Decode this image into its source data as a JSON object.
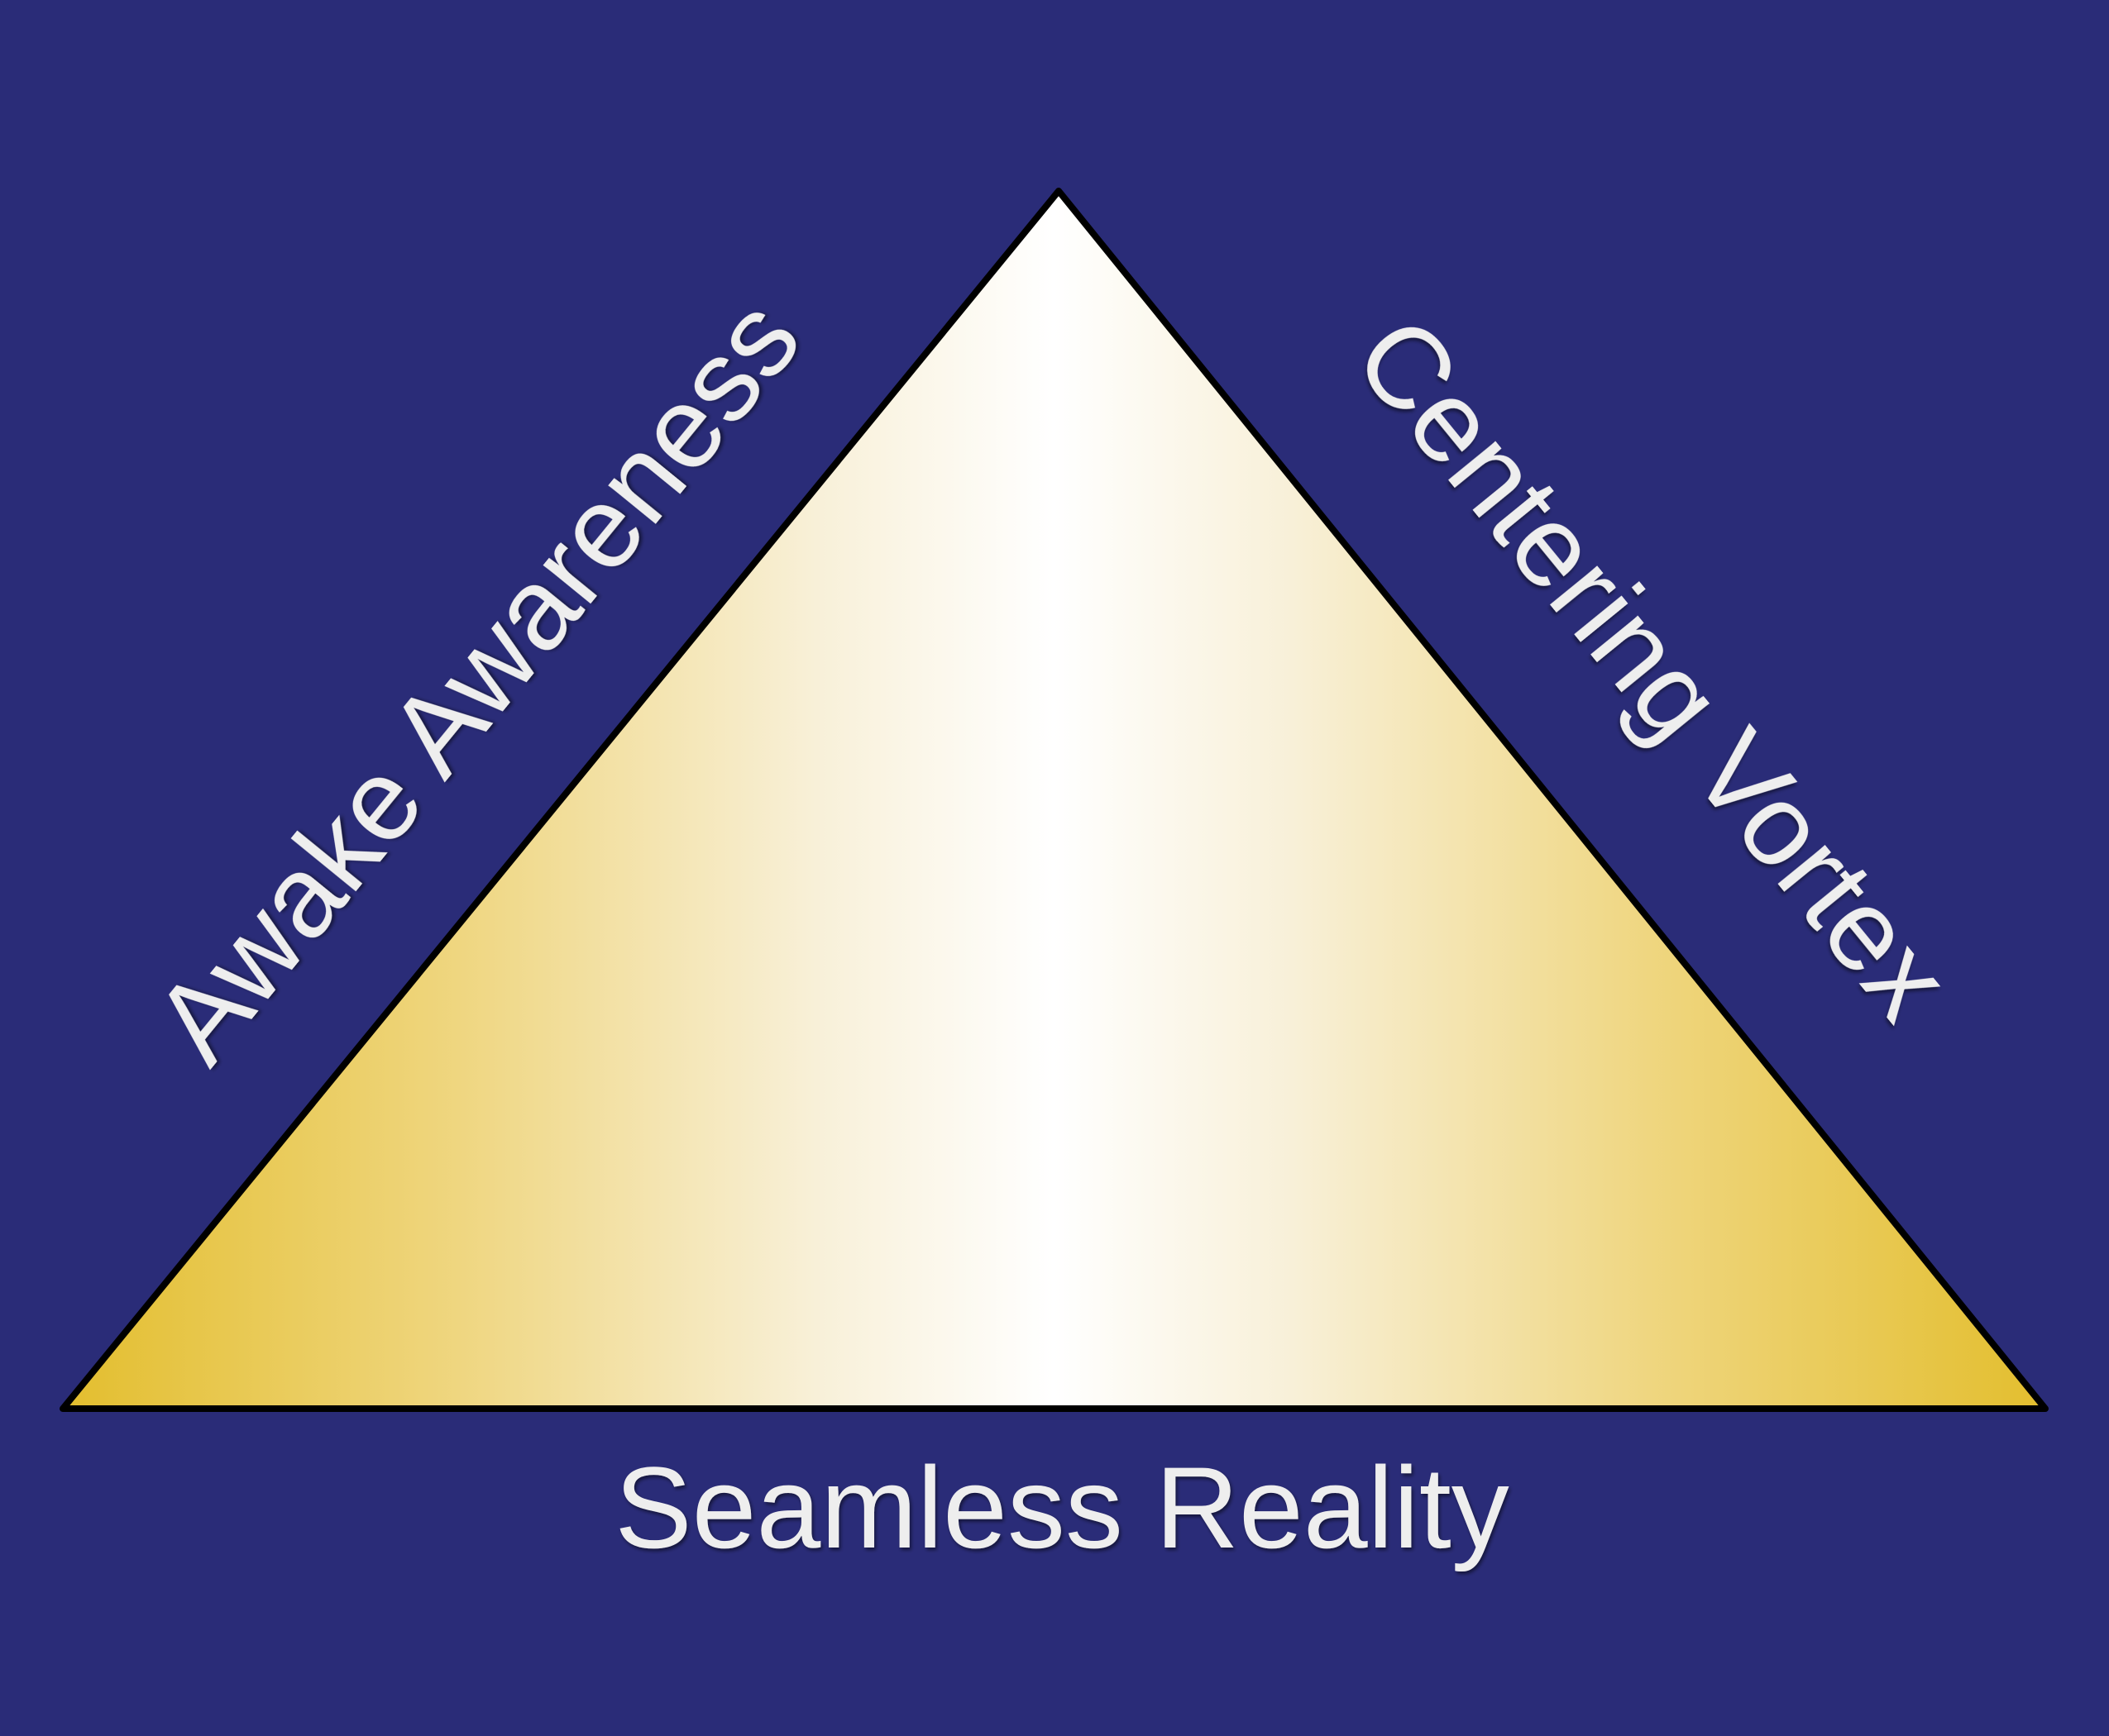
{
  "colors": {
    "background": "#2a2c78",
    "gold": "#e3be2e",
    "center": "#ffffff",
    "outline": "#000000",
    "text": "#eeeeee"
  },
  "labels": {
    "left": "Awake Awareness",
    "right": "Centering Vortex",
    "bottom": "Seamless Reality"
  }
}
